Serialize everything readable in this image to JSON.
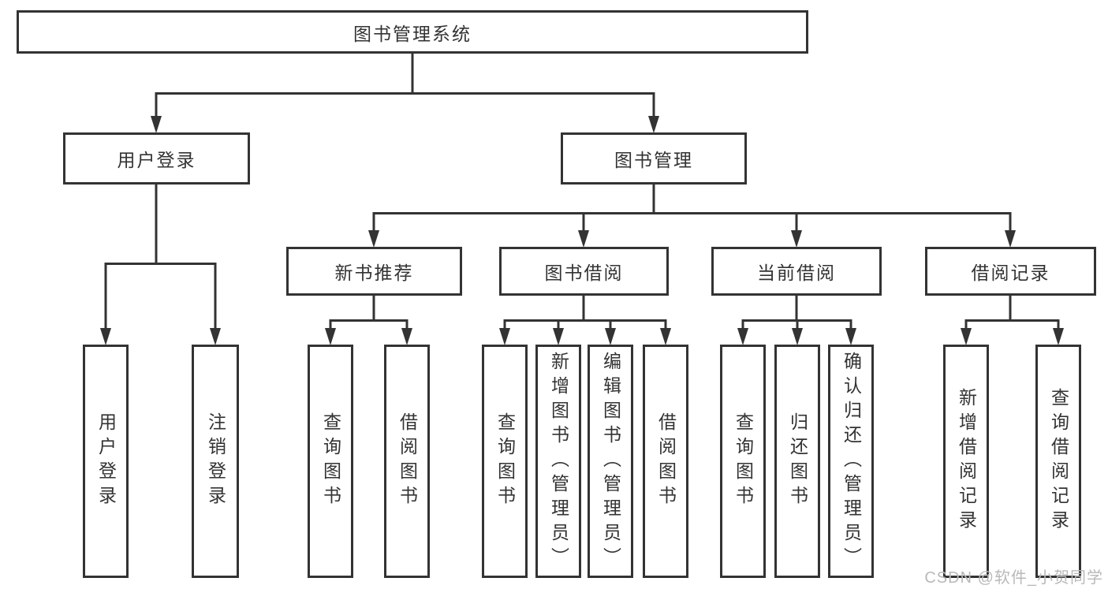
{
  "diagram": {
    "root": {
      "label": "图书管理系统"
    },
    "level2": [
      {
        "id": "user-login",
        "label": "用户登录"
      },
      {
        "id": "book-management",
        "label": "图书管理"
      }
    ],
    "level3": [
      {
        "id": "new-book-recommend",
        "label": "新书推荐"
      },
      {
        "id": "book-borrow",
        "label": "图书借阅"
      },
      {
        "id": "current-borrow",
        "label": "当前借阅"
      },
      {
        "id": "borrow-records",
        "label": "借阅记录"
      }
    ],
    "leaves": {
      "user_login": [
        {
          "label": "用户登录"
        },
        {
          "label": "注销登录"
        }
      ],
      "new_book_recommend": [
        {
          "label": "查询图书"
        },
        {
          "label": "借阅图书"
        }
      ],
      "book_borrow": [
        {
          "label": "查询图书"
        },
        {
          "label": "新增图书（管理员）"
        },
        {
          "label": "编辑图书（管理员）"
        },
        {
          "label": "借阅图书"
        }
      ],
      "current_borrow": [
        {
          "label": "查询图书"
        },
        {
          "label": "归还图书"
        },
        {
          "label": "确认归还（管理员）"
        }
      ],
      "borrow_records": [
        {
          "label": "新增借阅记录"
        },
        {
          "label": "查询借阅记录"
        }
      ]
    }
  },
  "watermark": {
    "text": "CSDN @软件_小贺同学"
  },
  "colors": {
    "line": "#333333",
    "text": "#333333",
    "box_background": "#ffffff",
    "watermark": "#b9b9b9",
    "page_background": "#ffffff"
  }
}
